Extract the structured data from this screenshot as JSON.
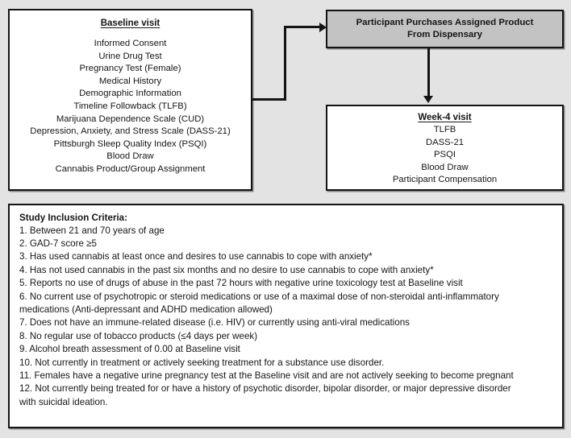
{
  "diagram": {
    "background_color": "#e3e3e3",
    "border_color": "#141414",
    "gray_fill": "#c3c3c3"
  },
  "baseline": {
    "title": "Baseline visit",
    "items": [
      "Informed Consent",
      "Urine Drug Test",
      "Pregnancy Test (Female)",
      "Medical History",
      "Demographic Information",
      "Timeline Followback (TLFB)",
      "Marijuana Dependence Scale (CUD)",
      "Depression, Anxiety, and Stress Scale (DASS-21)",
      "Pittsburgh Sleep Quality Index (PSQI)",
      "Blood Draw",
      "Cannabis Product/Group Assignment"
    ]
  },
  "dispensary": {
    "line1": "Participant Purchases Assigned Product",
    "line2": "From Dispensary",
    "text": "Participant Purchases Assigned Product From Dispensary"
  },
  "week4": {
    "title": "Week-4 visit",
    "items": [
      "TLFB",
      "DASS-21",
      "PSQI",
      "Blood Draw",
      "Participant Compensation"
    ]
  },
  "criteria": {
    "title": "Study Inclusion Criteria:",
    "items": [
      "1. Between 21 and 70 years of age",
      "2. GAD-7 score ≥5",
      "3. Has used cannabis at least once and desires to use cannabis to cope with anxiety*",
      "4. Has not used cannabis in the past six months and no desire to use cannabis to cope with anxiety*",
      "5. Reports no use of drugs of abuse in the past 72 hours with negative urine toxicology test at Baseline visit",
      "6. No current use of psychotropic or steroid medications or use of a maximal dose of non-steroidal anti-inflammatory\nmedications (Anti-depressant and ADHD medication allowed)",
      "7. Does not have an immune-related disease (i.e. HIV) or currently using anti-viral medications",
      "8. No regular use of tobacco products (≤4 days per week)",
      "9. Alcohol breath assessment of 0.00 at Baseline visit",
      "10. Not currently in treatment or actively seeking treatment for a substance use disorder.",
      "11. Females have a negative urine pregnancy test at the Baseline visit and are not actively seeking to become pregnant",
      "12. Not currently being treated for or have a history of psychotic disorder, bipolar disorder, or major depressive disorder\nwith suicidal ideation."
    ]
  },
  "connectors": [
    {
      "name": "baseline-to-dispensary",
      "from": "baseline",
      "to": "dispensary",
      "style": "elbow-arrow"
    },
    {
      "name": "dispensary-to-week4",
      "from": "dispensary",
      "to": "week4",
      "style": "straight-arrow"
    }
  ]
}
